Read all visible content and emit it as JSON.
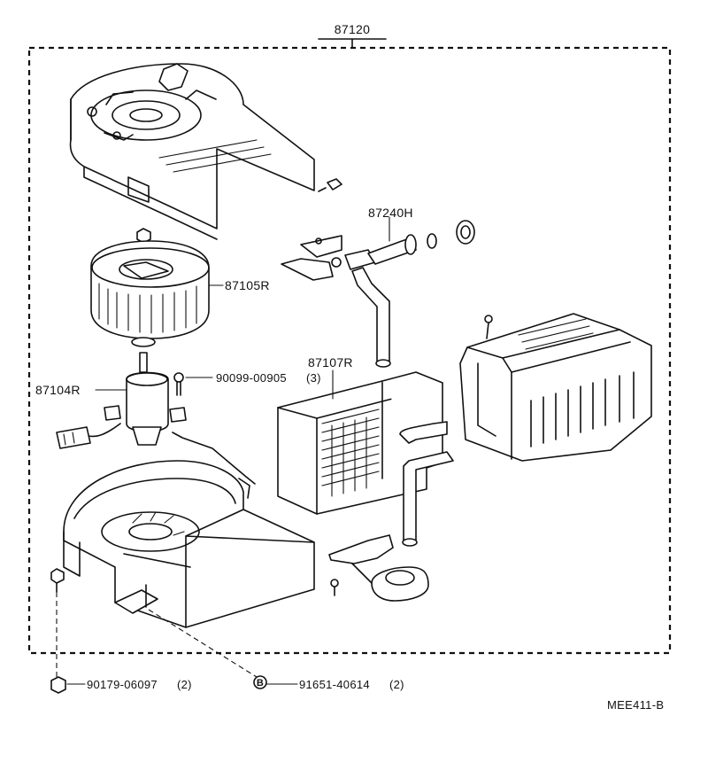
{
  "assembly": {
    "number": "87120"
  },
  "parts": {
    "cover_valve": "87240H",
    "blower_fan": "87105R",
    "blower_motor": "87104R",
    "heater_core": "87107R",
    "motor_screw": {
      "code": "90099-00905",
      "qty": "(3)"
    },
    "mount_bolt": {
      "code": "90179-06097",
      "qty": "(2)"
    },
    "clip": {
      "ref_letter": "B",
      "code": "91651-40614",
      "qty": "(2)"
    }
  },
  "diagram_ref": "MEE411-B"
}
